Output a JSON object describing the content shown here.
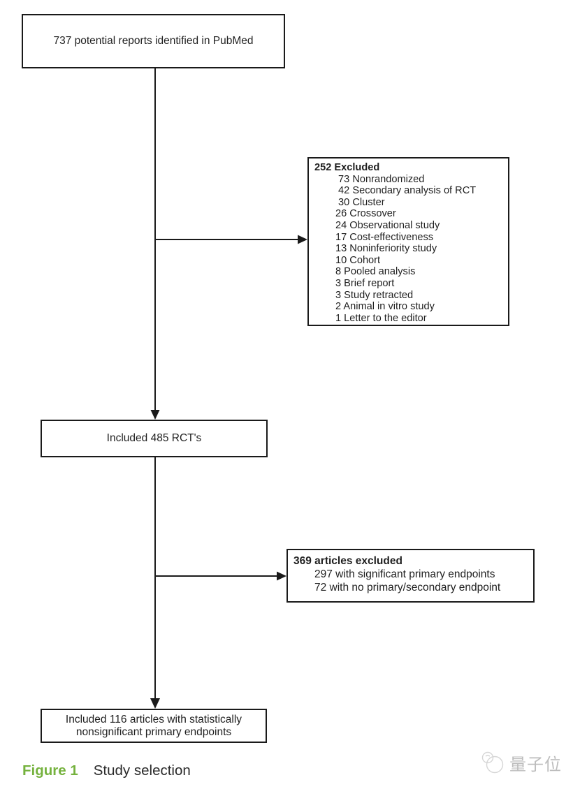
{
  "figure_caption": {
    "label": "Figure 1",
    "title": "Study selection"
  },
  "colors": {
    "accent_green": "#75b23e",
    "line_black": "#1a1a1a",
    "watermark_gray": "#bdbdbd"
  },
  "flowchart": {
    "identified": {
      "text": "737 potential reports identified in PubMed"
    },
    "excluded": {
      "header": "252 Excluded",
      "items": [
        " 73 Nonrandomized",
        " 42 Secondary analysis of RCT",
        " 30 Cluster",
        "26 Crossover",
        "24 Observational study",
        "17 Cost-effectiveness",
        "13 Noninferiority study",
        "10 Cohort",
        "8 Pooled analysis",
        "3 Brief report",
        "3 Study retracted",
        "2 Animal in vitro study",
        "1 Letter to the editor"
      ]
    },
    "included_rcts": {
      "text": "Included 485 RCT's"
    },
    "articles_excluded": {
      "header": "369 articles excluded",
      "items": [
        "297 with significant primary endpoints",
        "72 with no primary/secondary endpoint"
      ]
    },
    "final_included": {
      "text": "Included 116 articles with statistically nonsignificant primary endpoints"
    }
  },
  "watermark": {
    "text": "量子位",
    "logo_icon": "qbitai-logo"
  }
}
